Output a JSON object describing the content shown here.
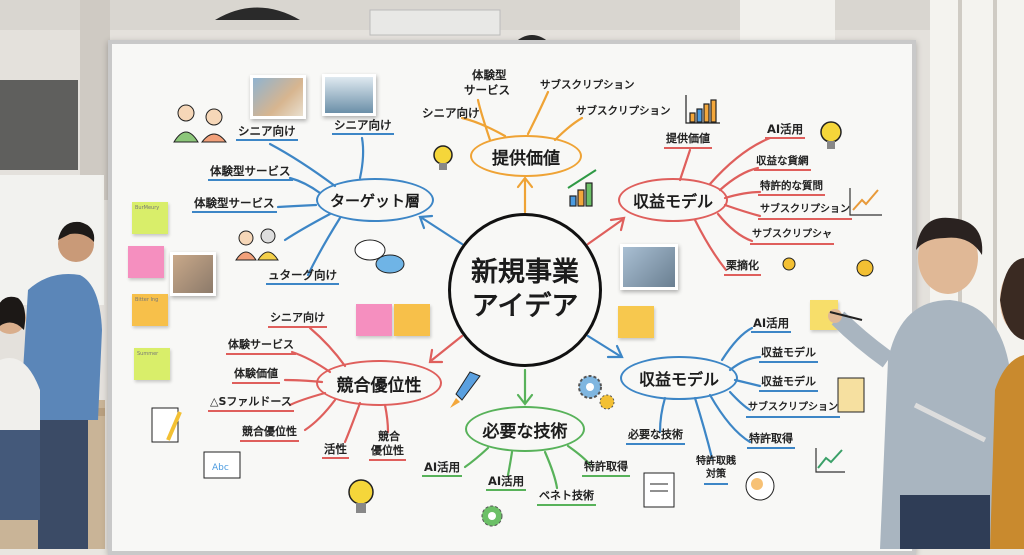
{
  "mindmap": {
    "center": {
      "line1": "新規事業",
      "line2": "アイデア"
    },
    "value": {
      "title": "提供価値",
      "branches": [
        "体験型",
        "サービス",
        "シニア向け",
        "サブスクリプション",
        "サブスクリプション"
      ]
    },
    "target": {
      "title": "ターゲット層",
      "branches": [
        "シニア向け",
        "シニア向け",
        "体験型サービス",
        "体験型サービス",
        "ュターグ向け"
      ]
    },
    "revenue_top": {
      "title": "収益モデル",
      "branches": [
        "提供価値",
        "AI活用",
        "収益な貨網",
        "特許的な質問",
        "サブスクリプション",
        "サブスクリプシャ",
        "栗摘化"
      ]
    },
    "competitive": {
      "title": "競合優位性",
      "branches": [
        "シニア向け",
        "体験サービス",
        "体験価値",
        "△Sファルドース",
        "競合優位性",
        "活性",
        "競合",
        "優位性"
      ]
    },
    "tech": {
      "title": "必要な技術",
      "branches": [
        "AI活用",
        "AI活用",
        "ベネト技術",
        "特許取得"
      ]
    },
    "revenue_bottom": {
      "title": "収益モデル",
      "branches": [
        "AI活用",
        "収益モデル",
        "収益モデル",
        "サブスクリプション",
        "特許取得",
        "必要な技術",
        "特許取賎",
        "対策"
      ]
    },
    "sticky_notes": [
      "BurMeury",
      "Bitter Ing",
      "Summer"
    ],
    "colors": {
      "blue": "#3d86c6",
      "red": "#df5f5c",
      "orange": "#efa335",
      "green": "#58b25a",
      "ink": "#111111"
    }
  }
}
